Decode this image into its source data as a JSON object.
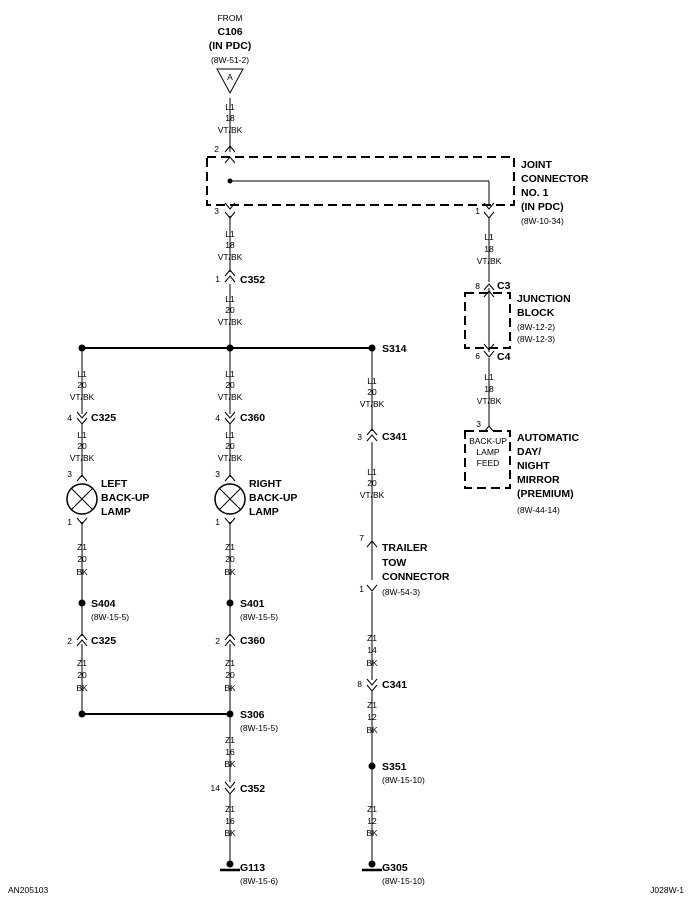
{
  "source": {
    "from": "FROM",
    "connector": "C106",
    "location": "(IN PDC)",
    "ref": "(8W-51-2)",
    "badge": "A"
  },
  "joint_connector": {
    "name_lines": [
      "JOINT",
      "CONNECTOR",
      "NO. 1",
      "(IN PDC)"
    ],
    "ref": "(8W-10-34)",
    "pins": {
      "in": "2",
      "out_left": "3",
      "out_right": "1"
    }
  },
  "junction_block": {
    "name_lines": [
      "JUNCTION",
      "BLOCK"
    ],
    "refs": [
      "(8W-12-2)",
      "(8W-12-3)"
    ],
    "top": {
      "pin": "8",
      "connector": "C3"
    },
    "bottom": {
      "pin": "6",
      "connector": "C4"
    }
  },
  "mirror": {
    "box_lines": [
      "BACK-UP",
      "LAMP",
      "FEED"
    ],
    "pin": "3",
    "name_lines": [
      "AUTOMATIC",
      "DAY/",
      "NIGHT",
      "MIRROR",
      "(PREMIUM)"
    ],
    "ref": "(8W-44-14)"
  },
  "wires": {
    "src_to_jc": [
      "L1",
      "18",
      "VT/BK"
    ],
    "jc_to_c352": [
      "L1",
      "18",
      "VT/BK"
    ],
    "c352_to_bus": [
      "L1",
      "20",
      "VT/BK"
    ],
    "jc_to_jb": [
      "L1",
      "18",
      "VT/BK"
    ],
    "jb_to_mirror": [
      "L1",
      "18",
      "VT/BK"
    ],
    "left_to_c325": [
      "L1",
      "20",
      "VT/BK"
    ],
    "c325_to_left_lamp": [
      "L1",
      "20",
      "VT/BK"
    ],
    "mid_to_c360": [
      "L1",
      "20",
      "VT/BK"
    ],
    "c360_to_right_lamp": [
      "L1",
      "20",
      "VT/BK"
    ],
    "s314_to_c341": [
      "L1",
      "20",
      "VT/BK"
    ],
    "c341_to_trailer": [
      "L1",
      "20",
      "VT/BK"
    ],
    "left_lamp_to_s404": [
      "Z1",
      "20",
      "BK"
    ],
    "c325_to_s306": [
      "Z1",
      "20",
      "BK"
    ],
    "right_lamp_to_s401": [
      "Z1",
      "20",
      "BK"
    ],
    "c360_to_s306": [
      "Z1",
      "20",
      "BK"
    ],
    "s306_to_c352": [
      "Z1",
      "16",
      "BK"
    ],
    "c352_to_g113": [
      "Z1",
      "16",
      "BK"
    ],
    "trailer_to_c341": [
      "Z1",
      "14",
      "BK"
    ],
    "c341_to_s351": [
      "Z1",
      "12",
      "BK"
    ],
    "s351_to_g305": [
      "Z1",
      "12",
      "BK"
    ]
  },
  "connectors": {
    "c352_top": {
      "pin": "1",
      "name": "C352"
    },
    "c325_top": {
      "pin": "4",
      "name": "C325"
    },
    "c360_top": {
      "pin": "4",
      "name": "C360"
    },
    "c341_top": {
      "pin": "3",
      "name": "C341"
    },
    "c325_bottom": {
      "pin": "2",
      "name": "C325"
    },
    "c360_bottom": {
      "pin": "2",
      "name": "C360"
    },
    "c341_bottom": {
      "pin": "8",
      "name": "C341"
    },
    "c352_bottom": {
      "pin": "14",
      "name": "C352"
    }
  },
  "splices": {
    "s314": {
      "name": "S314"
    },
    "s404": {
      "name": "S404",
      "ref": "(8W-15-5)"
    },
    "s401": {
      "name": "S401",
      "ref": "(8W-15-5)"
    },
    "s306": {
      "name": "S306",
      "ref": "(8W-15-5)"
    },
    "s351": {
      "name": "S351",
      "ref": "(8W-15-10)"
    }
  },
  "lamps": {
    "left": {
      "pin_top": "3",
      "pin_bottom": "1",
      "lines": [
        "LEFT",
        "BACK-UP",
        "LAMP"
      ]
    },
    "right": {
      "pin_top": "3",
      "pin_bottom": "1",
      "lines": [
        "RIGHT",
        "BACK-UP",
        "LAMP"
      ]
    }
  },
  "trailer": {
    "pin_top": "7",
    "pin_bottom": "1",
    "lines": [
      "TRAILER",
      "TOW",
      "CONNECTOR"
    ],
    "ref": "(8W-54-3)"
  },
  "grounds": {
    "g113": {
      "name": "G113",
      "ref": "(8W-15-6)"
    },
    "g305": {
      "name": "G305",
      "ref": "(8W-15-10)"
    }
  },
  "footer": {
    "left": "AN205103",
    "right": "J028W-1"
  }
}
